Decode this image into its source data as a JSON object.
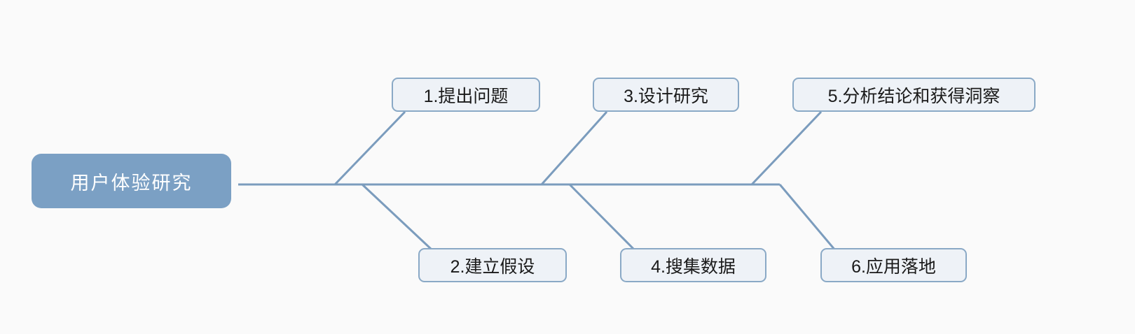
{
  "diagram": {
    "type": "fishbone",
    "title": "用户体验研究",
    "background_color": "#fafafa",
    "line_color": "#7b9cbd",
    "head": {
      "label": "用户体验研究",
      "fill_color": "#7ba0c4",
      "text_color": "#ffffff"
    },
    "branch_style": {
      "fill_color": "#eef2f7",
      "border_color": "#8aa9c6",
      "text_color": "#1a1a1a"
    },
    "branches": [
      {
        "id": 1,
        "label": "1.提出问题",
        "side": "top"
      },
      {
        "id": 2,
        "label": "2.建立假设",
        "side": "bottom"
      },
      {
        "id": 3,
        "label": "3.设计研究",
        "side": "top"
      },
      {
        "id": 4,
        "label": "4.搜集数据",
        "side": "bottom"
      },
      {
        "id": 5,
        "label": "5.分析结论和获得洞察",
        "side": "top"
      },
      {
        "id": 6,
        "label": "6.应用落地",
        "side": "bottom"
      }
    ]
  }
}
